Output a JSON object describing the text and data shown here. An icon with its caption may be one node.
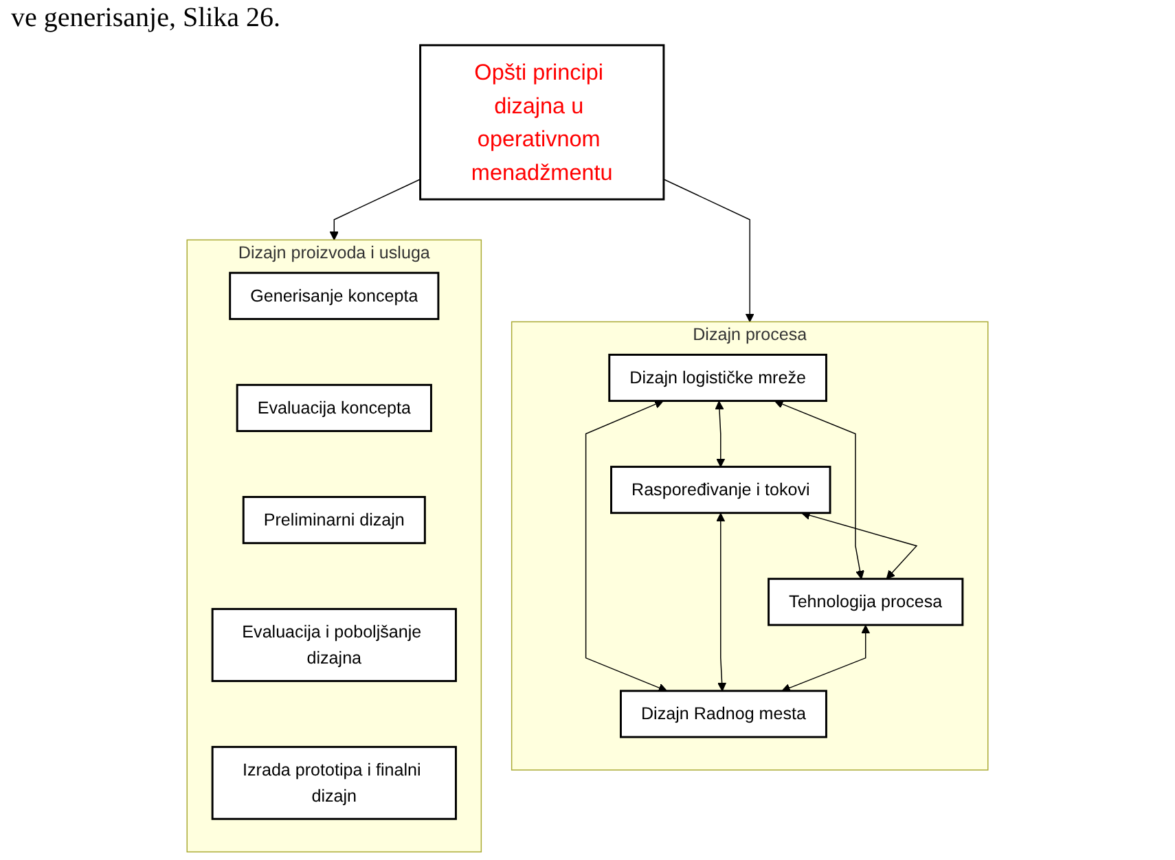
{
  "diagram": {
    "nodes": [
      {
        "text": [
          "Opšti principi dizajna u operativnom menadžmentu"
        ]
      },
      {
        "text": [
          "Dizajn proizvoda i usluga"
        ]
      },
      {
        "text": [
          "Generisanje koncepta"
        ],
        "in": 1
      },
      {
        "text": [
          "Evaluacija koncepta"
        ],
        "in": 1
      },
      {
        "text": [
          "Preliminarni dizajn"
        ],
        "in": 1
      },
      {
        "text": [
          "Evaluacija i poboljšanje dizajna"
        ],
        "in": 1
      },
      {
        "text": [
          "Izrada prototipa i finalni dizajn"
        ],
        "in": 1
      },
      {
        "text": [
          "Dizajn procesa"
        ]
      },
      {
        "text": [
          "Dizajn logističke mreže"
        ],
        "in": 7
      },
      {
        "text": [
          "Raspoređivanje i tokovi"
        ],
        "in": 7
      },
      {
        "text": [
          "Tehnologija procesa"
        ],
        "in": 7
      },
      {
        "text": [
          "Dizajn Radnog mesta"
        ],
        "in": 7
      }
    ],
    "edges": [
      {
        "from": 0,
        "to": 1,
        "arrow": "to"
      },
      {
        "from": 0,
        "to": 7,
        "arrow": "to"
      },
      {
        "from": 8,
        "to": 9,
        "arrow": "both"
      },
      {
        "from": 8,
        "to": 10,
        "arrow": "both"
      },
      {
        "from": 8,
        "to": 11,
        "arrow": "both"
      },
      {
        "from": 9,
        "to": 10,
        "arrow": "both"
      },
      {
        "from": 9,
        "to": 11,
        "arrow": "both"
      },
      {
        "from": 10,
        "to": 11,
        "arrow": "both"
      }
    ],
    "labels": [
      "ve generisanje, Slika 26."
    ]
  }
}
